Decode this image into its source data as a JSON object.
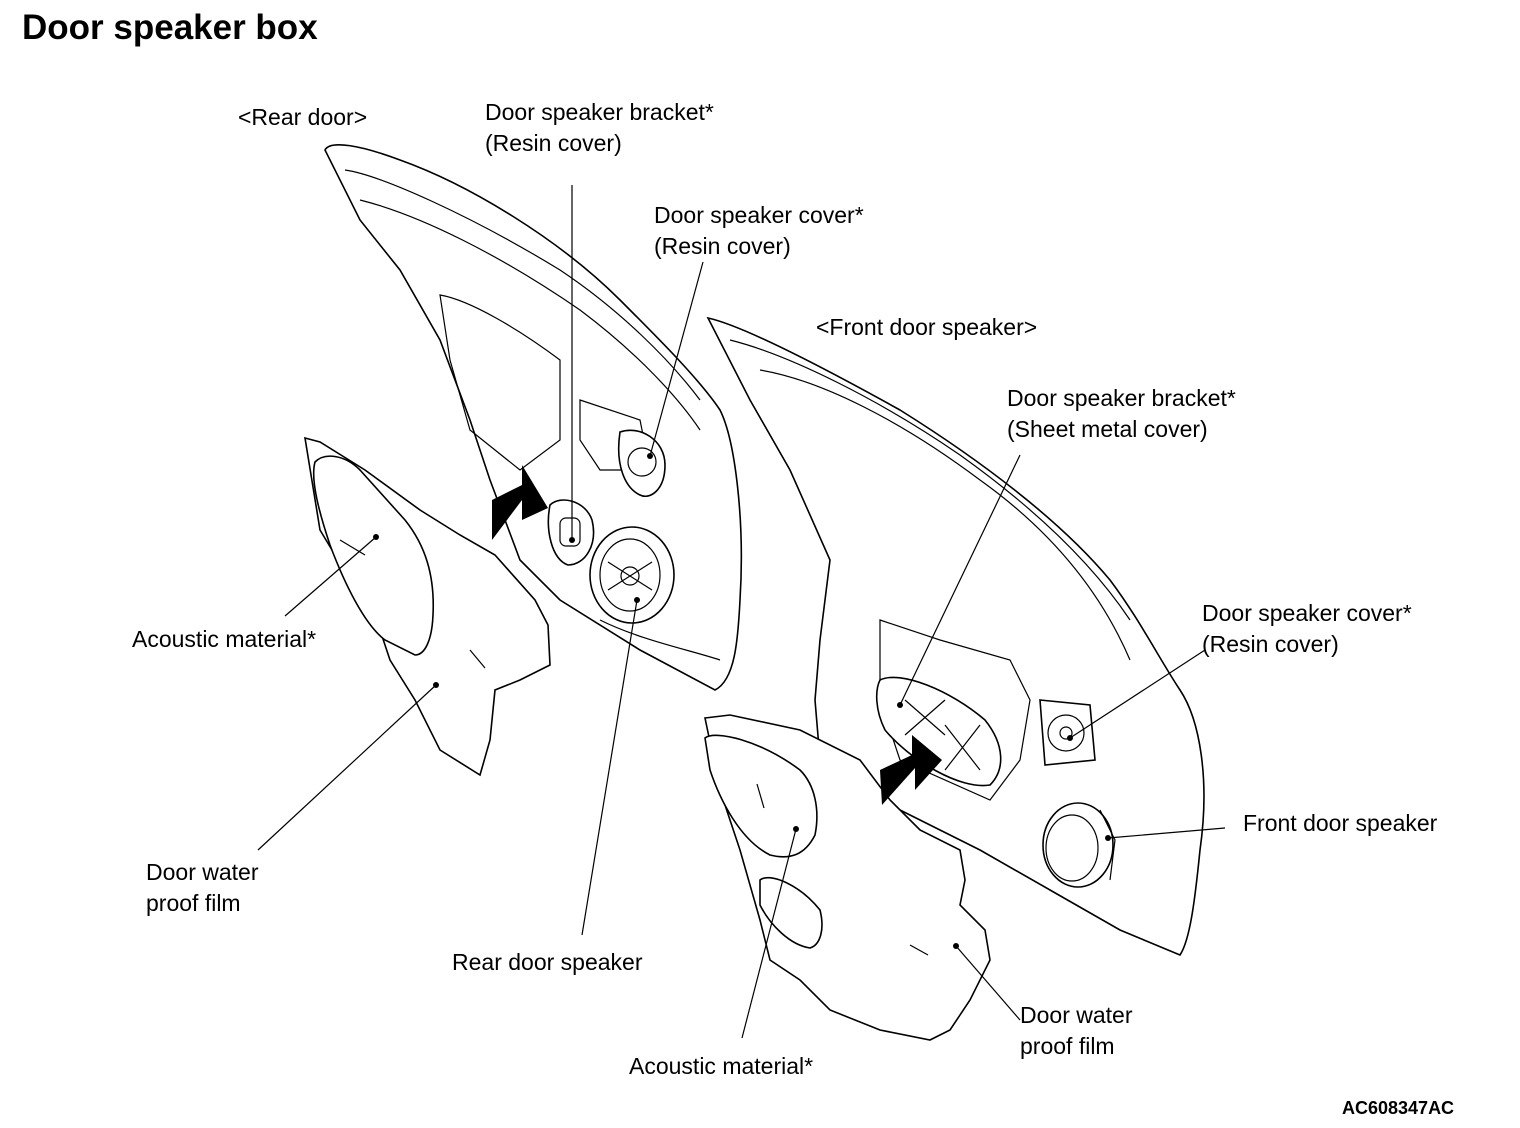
{
  "title": "Door speaker box",
  "figure_code": "AC608347AC",
  "groups": {
    "rear_door": "<Rear door>",
    "front_door": "<Front door speaker>"
  },
  "labels": {
    "rear_bracket": [
      "Door speaker bracket*",
      "(Resin cover)"
    ],
    "rear_cover": [
      "Door speaker cover*",
      "(Resin cover)"
    ],
    "rear_acoustic": "Acoustic material*",
    "rear_film": [
      "Door water",
      "proof film"
    ],
    "rear_speaker": "Rear door speaker",
    "front_bracket": [
      "Door speaker bracket*",
      "(Sheet metal cover)"
    ],
    "front_cover": [
      "Door speaker cover*",
      "(Resin cover)"
    ],
    "front_speaker": "Front door speaker",
    "front_acoustic": "Acoustic material*",
    "front_film": [
      "Door water",
      "proof film"
    ]
  }
}
